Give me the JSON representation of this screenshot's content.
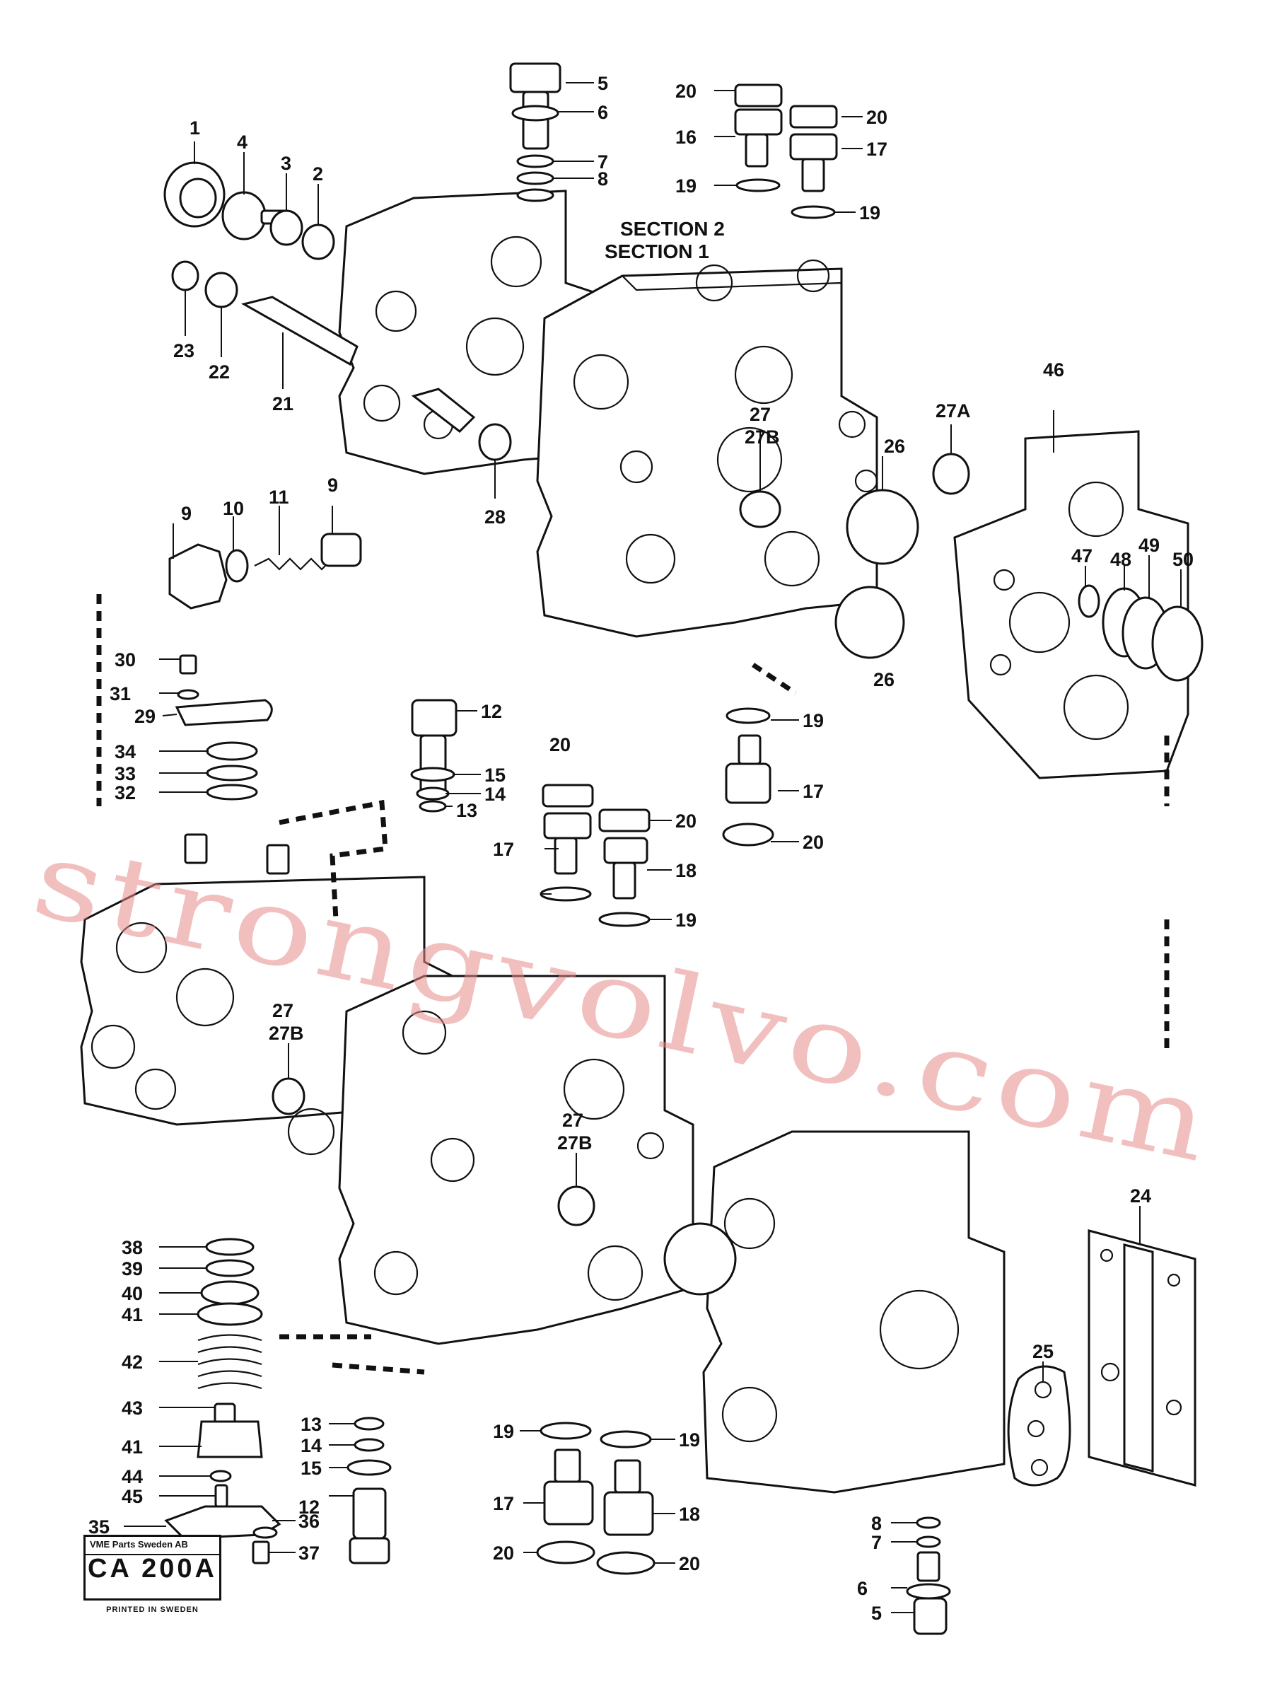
{
  "diagram": {
    "section_labels": [
      "SECTION 2",
      "SECTION 1"
    ],
    "callouts": [
      "5",
      "6",
      "7",
      "8",
      "20",
      "16",
      "19",
      "20",
      "17",
      "19",
      "1",
      "4",
      "3",
      "2",
      "23",
      "22",
      "21",
      "27",
      "27B",
      "27A",
      "26",
      "46",
      "28",
      "9",
      "10",
      "11",
      "9",
      "26",
      "47",
      "48",
      "49",
      "50",
      "30",
      "31",
      "29",
      "12",
      "34",
      "33",
      "32",
      "15",
      "14",
      "13",
      "20",
      "19",
      "17",
      "17",
      "20",
      "20",
      "18",
      "19",
      "27",
      "27B",
      "27",
      "27B",
      "24",
      "38",
      "39",
      "40",
      "41",
      "42",
      "43",
      "41",
      "44",
      "45",
      "35",
      "36",
      "12",
      "37",
      "13",
      "14",
      "15",
      "19",
      "19",
      "17",
      "18",
      "20",
      "20",
      "25",
      "8",
      "7",
      "6",
      "5"
    ],
    "watermark": "strongvolvo.com",
    "stamp": {
      "company": "VME Parts Sweden AB",
      "sheet_code": "CA 200A",
      "printed": "PRINTED IN SWEDEN"
    }
  },
  "colors": {
    "line": "#111111",
    "background": "#ffffff",
    "watermark": "#e88a8a"
  }
}
